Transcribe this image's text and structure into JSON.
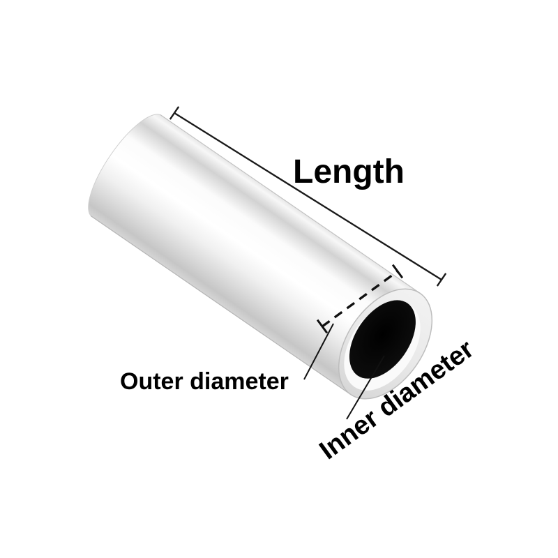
{
  "diagram": {
    "labels": {
      "length": "Length",
      "outer_diameter": "Outer diameter",
      "inner_diameter": "Inner diameter"
    },
    "colors": {
      "background": "#ffffff",
      "text": "#000000",
      "dimension_line": "#1a1a1a",
      "metal_highlight": "#ffffff",
      "metal_shadow": "#c6c6c6",
      "face_ring": "#ededed",
      "inner_hole": "#0a0a0a"
    }
  }
}
